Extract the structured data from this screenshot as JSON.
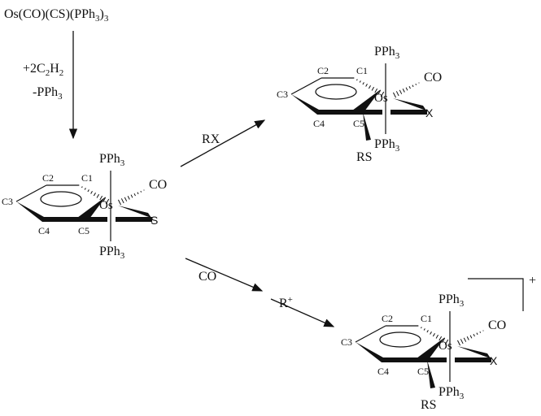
{
  "start": {
    "formula": "Os(CO)(CS)(PPh",
    "sub": "3",
    "close": ")",
    "sub2": "3"
  },
  "step1": {
    "reagent_a": "+2C",
    "a_sub1": "2",
    "a_mid": "H",
    "a_sub2": "2",
    "reagent_b": "-PPh",
    "b_sub": "3"
  },
  "arrows": {
    "rx": "RX",
    "co": "CO",
    "r_plus": "R",
    "r_plus_sup": "+"
  },
  "charge": "+",
  "structures": [
    {
      "id": "intermediate",
      "c1": "C1",
      "c2": "C2",
      "c3": "C3",
      "c4": "C4",
      "c5": "C5",
      "metal": "Os",
      "ligand_top": "PPh",
      "ligand_bottom": "PPh",
      "sub": "3",
      "co": "CO",
      "x": "S"
    },
    {
      "id": "product-rx",
      "c1": "C1",
      "c2": "C2",
      "c3": "C3",
      "c4": "C4",
      "c5": "C5",
      "metal": "Os",
      "ligand_top": "PPh",
      "ligand_bottom": "PPh",
      "sub": "3",
      "co": "CO",
      "x": "X",
      "rs": "RS"
    },
    {
      "id": "product-cation",
      "c1": "C1",
      "c2": "C2",
      "c3": "C3",
      "c4": "C4",
      "c5": "C5",
      "metal": "Os",
      "ligand_top": "PPh",
      "ligand_bottom": "PPh",
      "sub": "3",
      "co": "CO",
      "x": "X",
      "rs": "RS"
    }
  ]
}
